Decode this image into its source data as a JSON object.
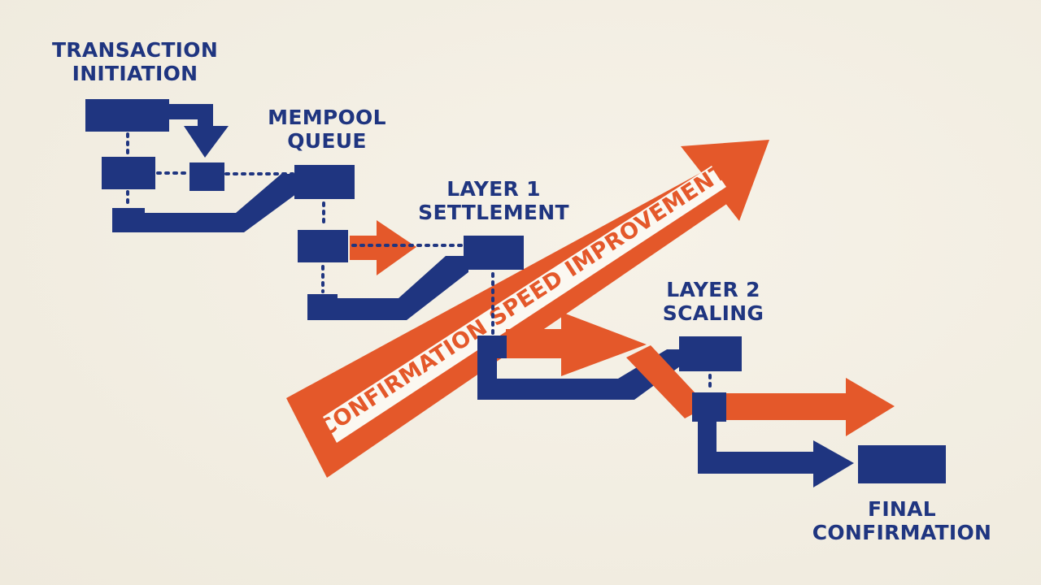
{
  "stages": [
    {
      "id": "transaction-initiation",
      "lines": [
        "TRANSACTION",
        "INITIATION"
      ]
    },
    {
      "id": "mempool-queue",
      "lines": [
        "MEMPOOL",
        "QUEUE"
      ]
    },
    {
      "id": "layer-1-settlement",
      "lines": [
        "LAYER 1",
        "SETTLEMENT"
      ]
    },
    {
      "id": "layer-2-scaling",
      "lines": [
        "LAYER 2",
        "SCALING"
      ]
    },
    {
      "id": "final-confirmation",
      "lines": [
        "FINAL",
        "CONFIRMATION"
      ]
    }
  ],
  "banner": {
    "text": "CONFIRMATION SPEED IMPROVEMENT"
  },
  "colors": {
    "navy": "#1f3580",
    "orange": "#e4582a",
    "paper": "#f3efe4"
  }
}
